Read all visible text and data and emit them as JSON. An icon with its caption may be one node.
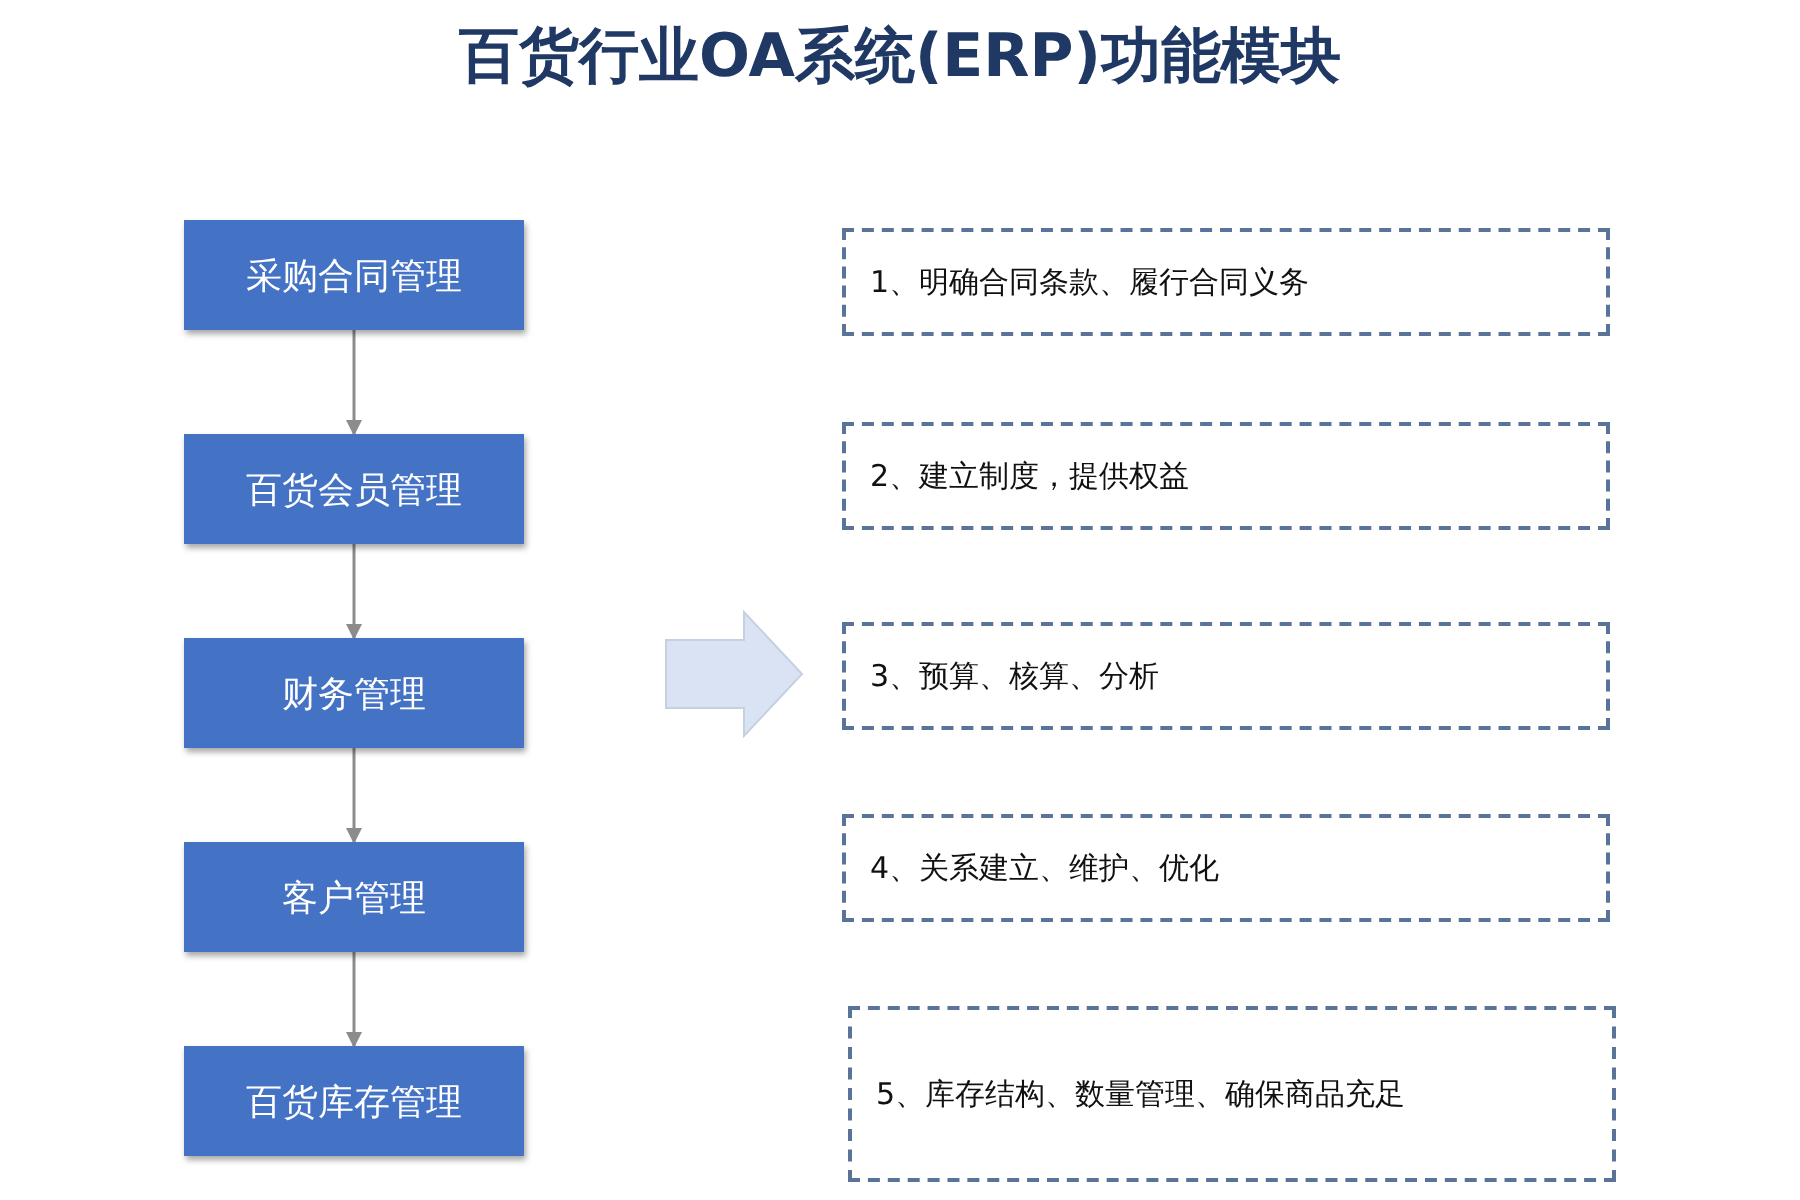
{
  "diagram": {
    "title": "百货行业OA系统(ERP)功能模块",
    "nodes": [
      {
        "text": [
          "采购合同管理"
        ]
      },
      {
        "text": [
          "百货会员管理"
        ]
      },
      {
        "text": [
          "财务管理"
        ]
      },
      {
        "text": [
          "客户管理"
        ]
      },
      {
        "text": [
          "百货库存管理"
        ]
      },
      {
        "text": [
          "1、明确合同条款、履行合同义务"
        ]
      },
      {
        "text": [
          "2、建立制度，提供权益"
        ]
      },
      {
        "text": [
          "3、预算、核算、分析"
        ]
      },
      {
        "text": [
          "4、关系建立、维护、优化"
        ]
      },
      {
        "text": [
          "5、库存结构、数量管理、确保商品充足"
        ]
      }
    ],
    "edges": [
      {
        "from": 0,
        "to": 1,
        "arrow": "to"
      },
      {
        "from": 1,
        "to": 2,
        "arrow": "to"
      },
      {
        "from": 2,
        "to": 3,
        "arrow": "to"
      },
      {
        "from": 3,
        "to": 4,
        "arrow": "to"
      }
    ]
  }
}
